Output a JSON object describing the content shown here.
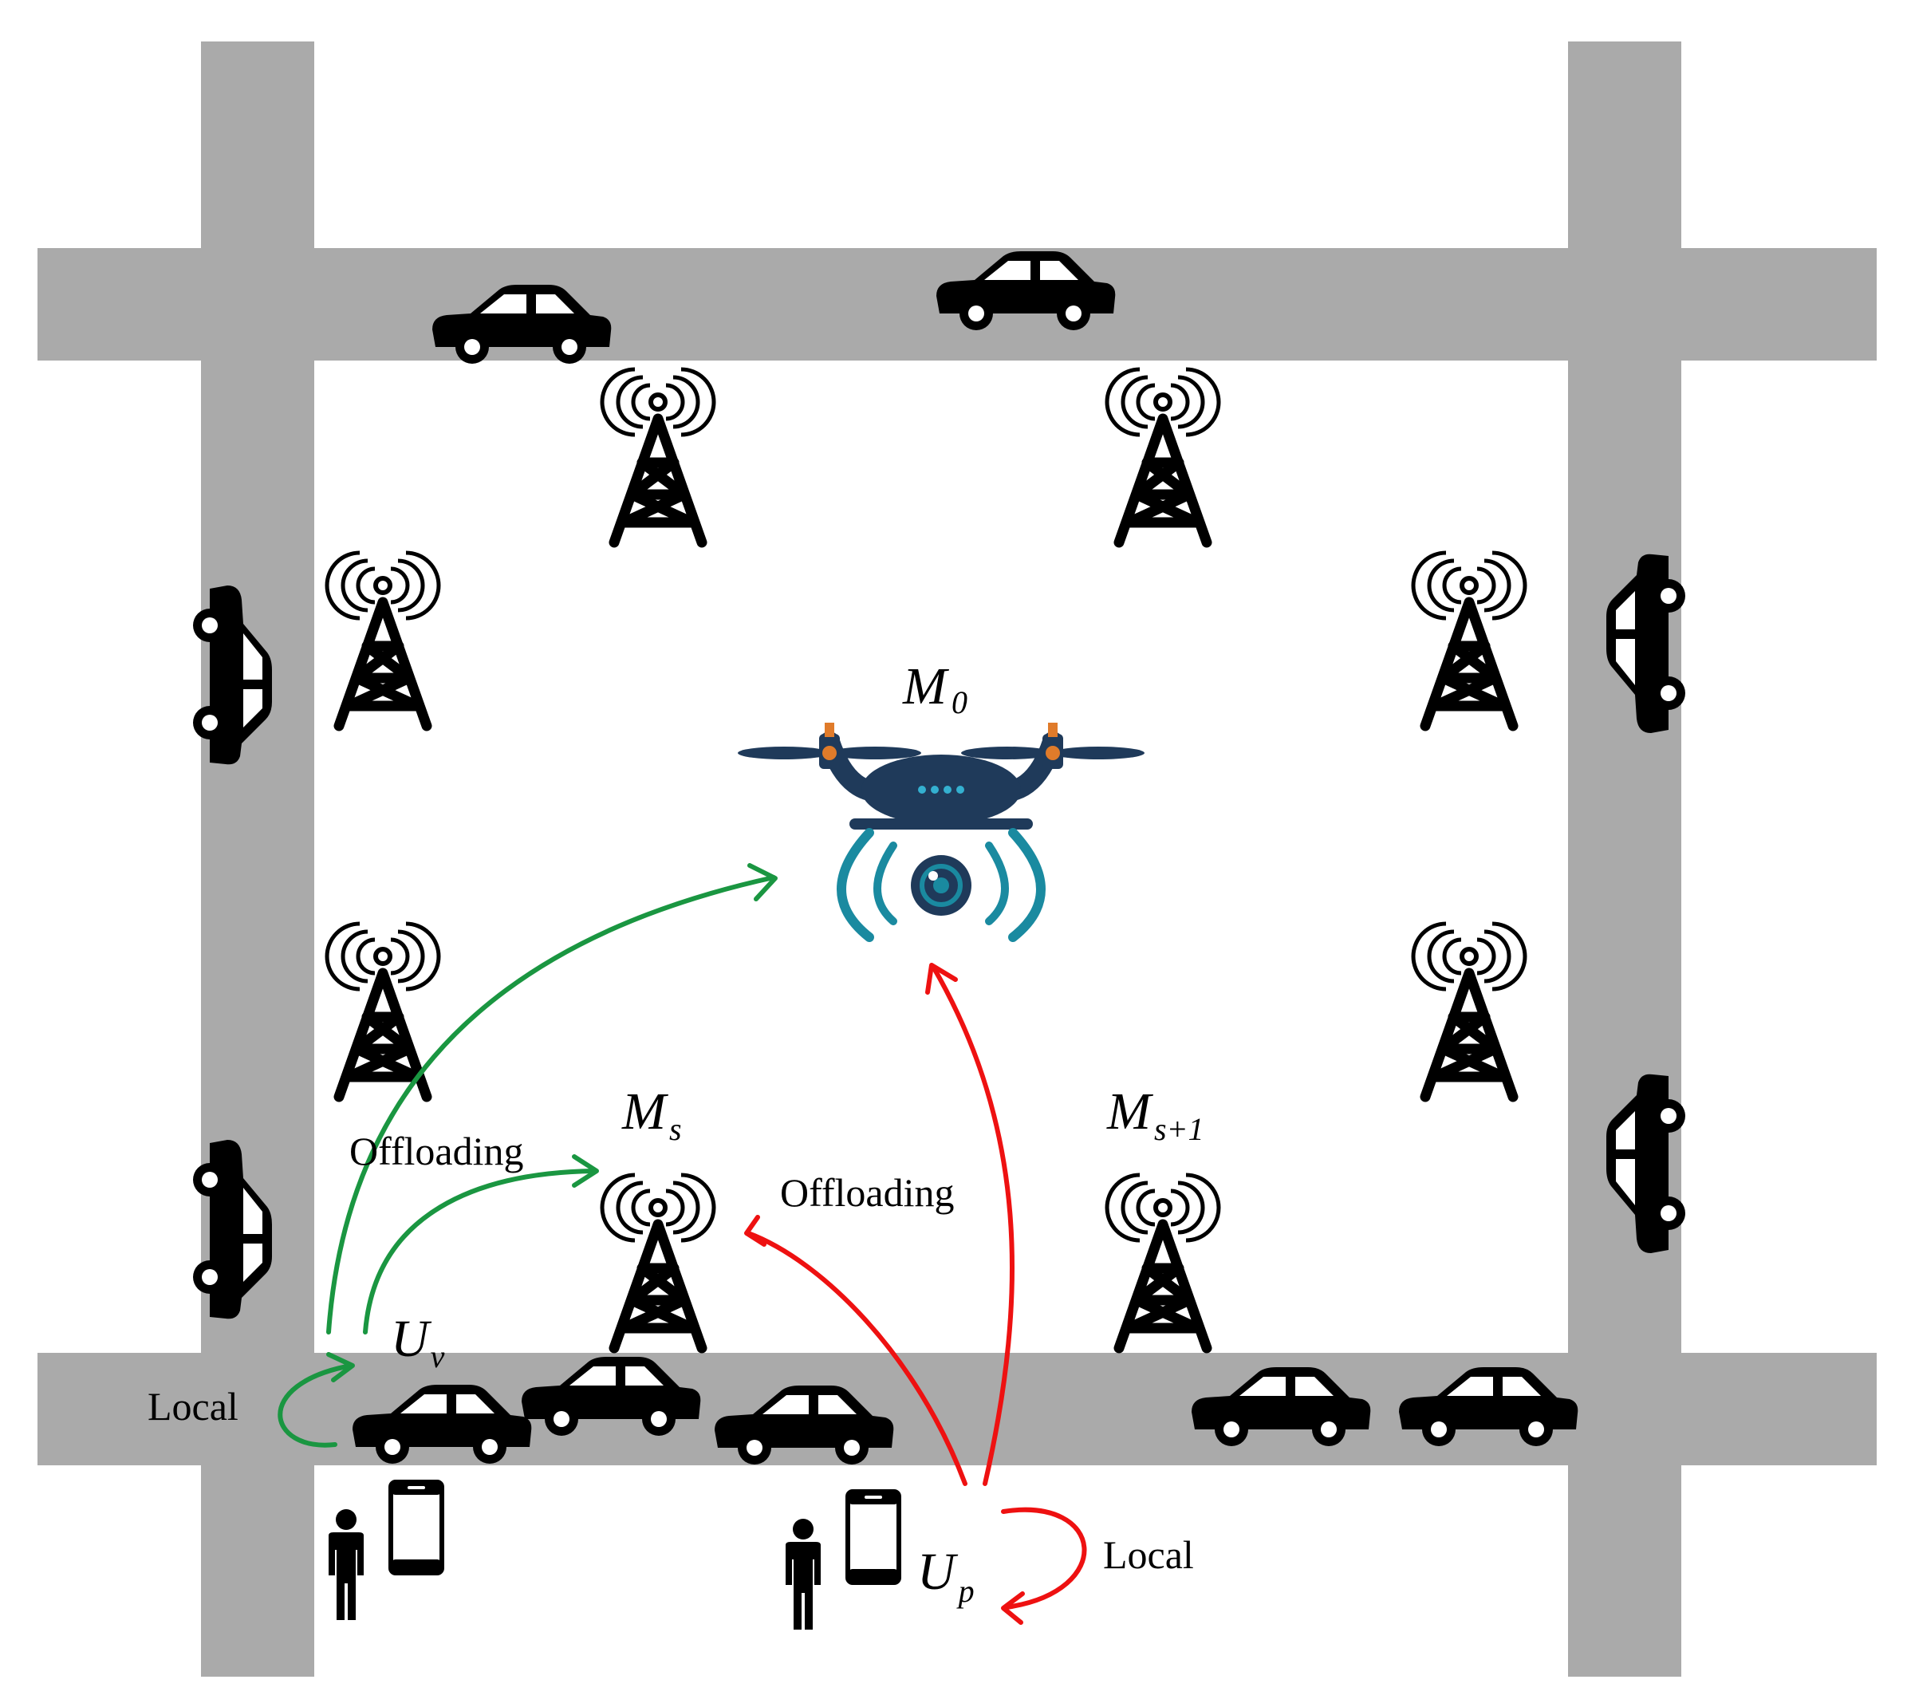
{
  "labels": {
    "uav": {
      "main": "M",
      "sub": "0"
    },
    "server_s": {
      "main": "M",
      "sub": "s"
    },
    "server_s1": {
      "main": "M",
      "sub": "s+1"
    },
    "vehicle_user": {
      "main": "U",
      "sub": "v"
    },
    "pedestrian_user": {
      "main": "U",
      "sub": "p"
    },
    "offloading_vehicle": "Offloading",
    "offloading_pedestrian": "Offloading",
    "local_vehicle": "Local",
    "local_pedestrian": "Local"
  },
  "colors": {
    "road": "#aaaaaa",
    "vehicle_flow": "#1a9641",
    "pedestrian_flow": "#ee1111",
    "icon": "#000000",
    "drone_body": "#1f3a5a",
    "drone_accent": "#1a8aa0",
    "drone_propeller_hub": "#e07b2a"
  },
  "icons": {
    "tower": "cell-tower-icon",
    "car": "car-icon",
    "drone": "drone-icon",
    "person": "person-icon",
    "phone": "smartphone-icon"
  }
}
